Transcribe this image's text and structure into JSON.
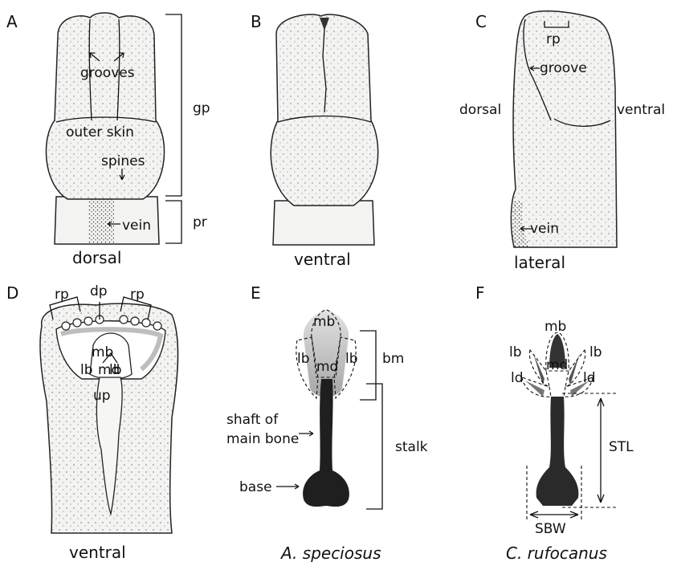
{
  "panels": {
    "A": {
      "letter": "A",
      "view": "dorsal",
      "grooves": "grooves",
      "outer_skin": "outer skin",
      "spines": "spines",
      "vein": "vein",
      "gp": "gp",
      "pr": "pr"
    },
    "B": {
      "letter": "B",
      "view": "ventral"
    },
    "C": {
      "letter": "C",
      "view": "lateral",
      "rp": "rp",
      "groove": "groove",
      "dorsal": "dorsal",
      "ventral": "ventral",
      "vein": "vein"
    },
    "D": {
      "letter": "D",
      "view": "ventral",
      "rp_left": "rp",
      "dp": "dp",
      "rp_right": "rp",
      "mb": "mb",
      "lb_left": "lb",
      "md": "md",
      "lb_right": "lb",
      "up": "up"
    },
    "E": {
      "letter": "E",
      "mb": "mb",
      "lb_left": "lb",
      "md": "md",
      "lb_right": "lb",
      "bm": "bm",
      "shaft_line1": "shaft of",
      "shaft_line2": "main bone",
      "stalk": "stalk",
      "base": "base",
      "species": "A. speciosus"
    },
    "F": {
      "letter": "F",
      "mb": "mb",
      "lb_left": "lb",
      "md": "md",
      "lb_right": "lb",
      "ld_left": "ld",
      "ld_right": "ld",
      "stl": "STL",
      "sbw": "SBW",
      "species": "C. rufocanus"
    }
  },
  "colors": {
    "ink": "#111111",
    "skin": "#f3f3f1",
    "bone_dark": "#2a2a2a",
    "bone_light": "#c8c8c8"
  }
}
